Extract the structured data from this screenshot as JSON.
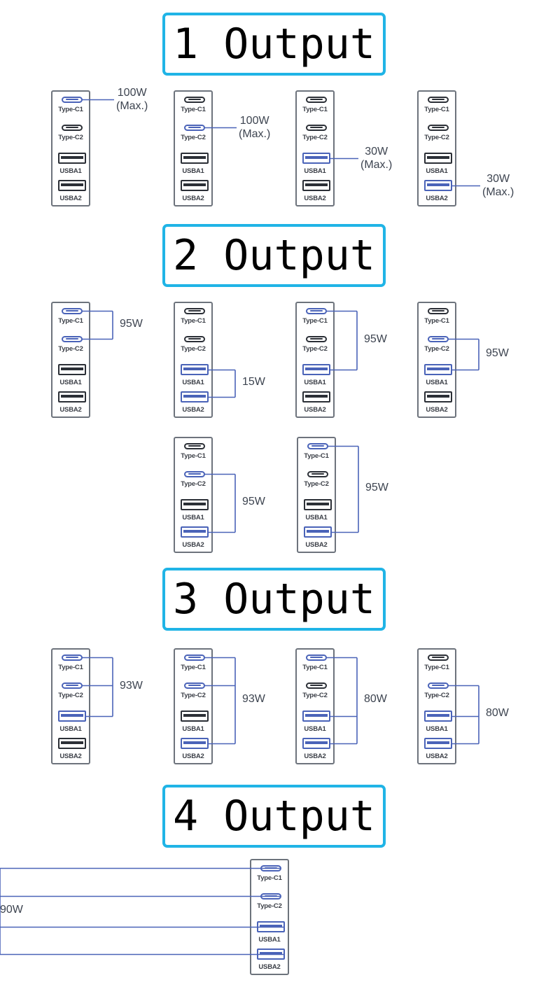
{
  "sections": [
    {
      "title": "1 Output"
    },
    {
      "title": "2 Output"
    },
    {
      "title": "3 Output"
    },
    {
      "title": "4 Output"
    }
  ],
  "port_labels": [
    "Type-C1",
    "Type-C2",
    "USBA1",
    "USBA2"
  ],
  "colors": {
    "title_border": "#20b4e6",
    "active_port": "#4a63b8",
    "inactive_port": "#2b2f36",
    "bracket": "#4a63b8",
    "charger_outline": "#6d737c"
  },
  "configs": [
    {
      "section": 0,
      "active": [
        0
      ],
      "watt": "100W",
      "note": "(Max.)"
    },
    {
      "section": 0,
      "active": [
        1
      ],
      "watt": "100W",
      "note": "(Max.)"
    },
    {
      "section": 0,
      "active": [
        2
      ],
      "watt": "30W",
      "note": "(Max.)"
    },
    {
      "section": 0,
      "active": [
        3
      ],
      "watt": "30W",
      "note": "(Max.)"
    },
    {
      "section": 1,
      "active": [
        0,
        1
      ],
      "watt": "95W"
    },
    {
      "section": 1,
      "active": [
        2,
        3
      ],
      "watt": "15W"
    },
    {
      "section": 1,
      "active": [
        0,
        2
      ],
      "watt": "95W"
    },
    {
      "section": 1,
      "active": [
        1,
        2
      ],
      "watt": "95W"
    },
    {
      "section": 1,
      "active": [
        1,
        3
      ],
      "watt": "95W"
    },
    {
      "section": 1,
      "active": [
        0,
        3
      ],
      "watt": "95W"
    },
    {
      "section": 2,
      "active": [
        0,
        1,
        2
      ],
      "watt": "93W"
    },
    {
      "section": 2,
      "active": [
        0,
        1,
        3
      ],
      "watt": "93W"
    },
    {
      "section": 2,
      "active": [
        0,
        2,
        3
      ],
      "watt": "80W"
    },
    {
      "section": 2,
      "active": [
        1,
        2,
        3
      ],
      "watt": "80W"
    },
    {
      "section": 3,
      "active": [
        0,
        1,
        2,
        3
      ],
      "watt": "90W"
    }
  ]
}
